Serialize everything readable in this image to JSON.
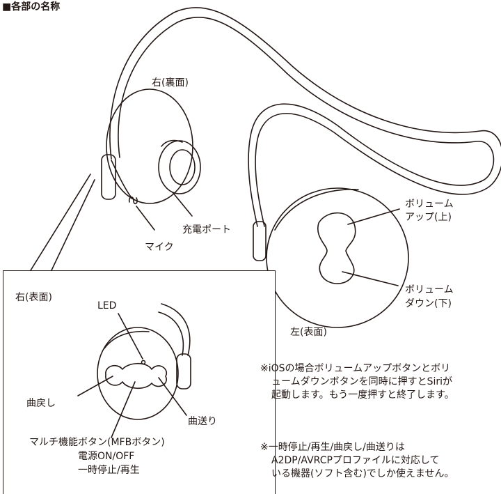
{
  "section_title": "■各部の名称",
  "labels": {
    "right_back": "右(裏面)",
    "charge_port": "充電ポート",
    "mic": "マイク",
    "volume_up_1": "ボリューム",
    "volume_up_2": "アップ(上)",
    "volume_down_1": "ボリューム",
    "volume_down_2": "ダウン(下)",
    "left_front": "左(表面)",
    "right_front": "右(表面)",
    "led": "LED",
    "prev_track": "曲戻し",
    "next_track": "曲送り",
    "mfb_1": "マルチ機能ボタン(MFBボタン)",
    "mfb_2": "電源ON/OFF",
    "mfb_3": "一時停止/再生"
  },
  "notes": {
    "note1_line1": "※iOSの場合ボリュームアップボタンとボリ",
    "note1_line2": "ュームダウンボタンを同時に押すとSiriが",
    "note1_line3": "起動します。もう一度押すと終了します。",
    "note2_line1": "※一時停止/再生/曲戻し/曲送りは",
    "note2_line2": "A2DP/AVRCPプロファイルに対応して",
    "note2_line3": "いる機器(ソフト含む)でしか使えません。"
  }
}
